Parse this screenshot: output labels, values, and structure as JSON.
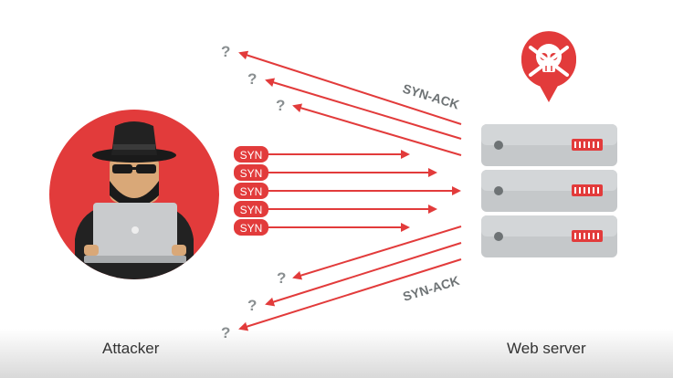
{
  "colors": {
    "accent": "#e23b3b",
    "gray_light": "#c5c8ca",
    "gray_dark": "#6e7375",
    "bottom": "#dcdcdc"
  },
  "icons": [
    "skull-pin-icon",
    "hacker-icon",
    "server-icon",
    "laptop-icon"
  ],
  "packets": {
    "syn_label": "SYN",
    "syn_ack_label": "SYN-ACK",
    "question_mark": "?",
    "syn_count": 5
  },
  "labels": {
    "attacker": "Attacker",
    "web_server": "Web server"
  }
}
